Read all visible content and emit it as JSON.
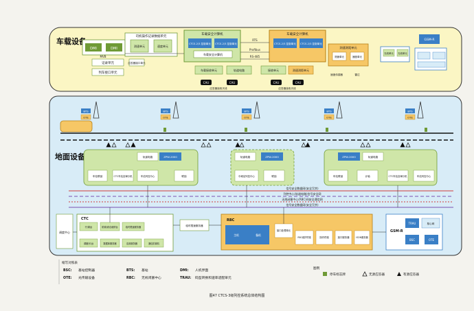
{
  "vehicle": {
    "title": "车载设备",
    "dmi1": "DMI",
    "dmi2": "DMI",
    "rec_unit": "记录单元",
    "train_iface": "列车接口单元",
    "btm_iface": "应答器接口单元",
    "speed_title": "测速测距单元",
    "speed_sub1": "测速单元",
    "speed_sub2": "速度单元",
    "rec_title": "司机操作记录数据单元",
    "atp_title": "车载安全计算机",
    "atp_c1": "CTCS-2/3 控制单元",
    "atp_c2": "CTCS-2/3 控制单元",
    "atp_main": "车载安全计算机",
    "atp2_title": "车载安全计算机",
    "atp2_c1": "CTCS-2/3 控制单元",
    "atp2_c2": "CTCS-2/3 控制单元",
    "bus1": "MVB",
    "bus2": "Profibus",
    "bus3": "RS-485",
    "bus4": "RTS",
    "bus5": "RS-485",
    "gsm_title": "GSM-R",
    "cau1": "CAU",
    "cau2": "CAU",
    "cau3": "CAU",
    "cau4": "CAU",
    "btm_ant": "应答器天线",
    "rx1": "车载接收单元",
    "rx2": "轨道电路",
    "rx3": "接收单元",
    "sensor1": "速度传感器",
    "sensor2": "速度传感器",
    "radar": "雷达",
    "ant_label": "应答器接收天线",
    "ant_label2": "应答器接收天线",
    "rtu1": "无线单元",
    "rtu2": "无线单元"
  },
  "ground": {
    "title": "地面设备",
    "bts": [
      "BTS",
      "BTS",
      "BTS",
      "BTS",
      "BTS"
    ],
    "ote": [
      "OTE",
      "OTE",
      "OTE",
      "OTE",
      "OTE"
    ],
    "st1_zpw": "ZPW-2000",
    "st1_zpw_sub": "轨道电路",
    "st1_a": "车站联锁",
    "st1_b": "CTC车站自律分机",
    "st1_c": "车站列控中心",
    "st1_d": "计轴",
    "st1_e": "联锁",
    "st2_a": "轨道电路",
    "st2_zpw": "ZPW-2000",
    "st2_c": "中继站列控中心",
    "st2_d": "联锁",
    "st3_zpw": "ZPW-2000",
    "st3_a": "轨道电路",
    "st3_b": "车站联锁",
    "st3_c": "CTC车站自律分机",
    "st3_d": "车站列控中心",
    "net1": "信号安全数据网(安全冗余)",
    "net2": "列控中心(轨道电路)信号安全网",
    "net3": "无线闭塞中心(RBC)间安全通信网",
    "net4": "信号安全数据网(安全冗余)",
    "ctc_title": "CTC",
    "ctc_a": "行调台",
    "ctc_b": "助调/综合维修台",
    "ctc_c": "临时限速服务器",
    "ctc_d": "调度长台",
    "ctc_e": "数据库服务器",
    "ctc_f": "应用服务器",
    "ctc_g": "通信前置机",
    "ctc_left": "调度中心",
    "tsr": "临时限速服务器",
    "rbc_title": "RBC",
    "rbc_a": "主机",
    "rbc_b": "备机",
    "rbc_c": "接口处理单元",
    "rbc_d": "RBC维护终端",
    "rbc_e": "操作终端",
    "rbc_f": "接口服务器",
    "rbc_g": "ISDN服务器",
    "gsm_title": "GSM-R",
    "gsm_a": "TRAU",
    "gsm_b": "核心网",
    "gsm_c": "BSC",
    "gsm_d": "OTE"
  },
  "legend": {
    "title": "缩写对照表",
    "items": [
      {
        "k": "BSC:",
        "v": "基站控制器"
      },
      {
        "k": "BTS:",
        "v": "基站"
      },
      {
        "k": "DMI:",
        "v": "人机界面"
      },
      {
        "k": "OTE:",
        "v": "光传输设备"
      },
      {
        "k": "RBC:",
        "v": "无线闭塞中心"
      },
      {
        "k": "TRAU:",
        "v": "码型转换和速率适配单元"
      }
    ],
    "sym_title": "图例",
    "sym1": "停车标志牌",
    "sym2": "无源应答器",
    "sym3": "有源应答器"
  },
  "caption": "图47  CTCS-3级列控系统总体结构图",
  "colors": {
    "vehicle_bg": "#fbf6c4",
    "ground_bg": "#d8ecf7",
    "green_box": "#cfe6a8",
    "green_dark": "#6f9a36",
    "orange_box": "#f6c766",
    "blue_box": "#3a7fc6",
    "net_red": "#d23b3b",
    "net_purple": "#7a4fb3"
  }
}
